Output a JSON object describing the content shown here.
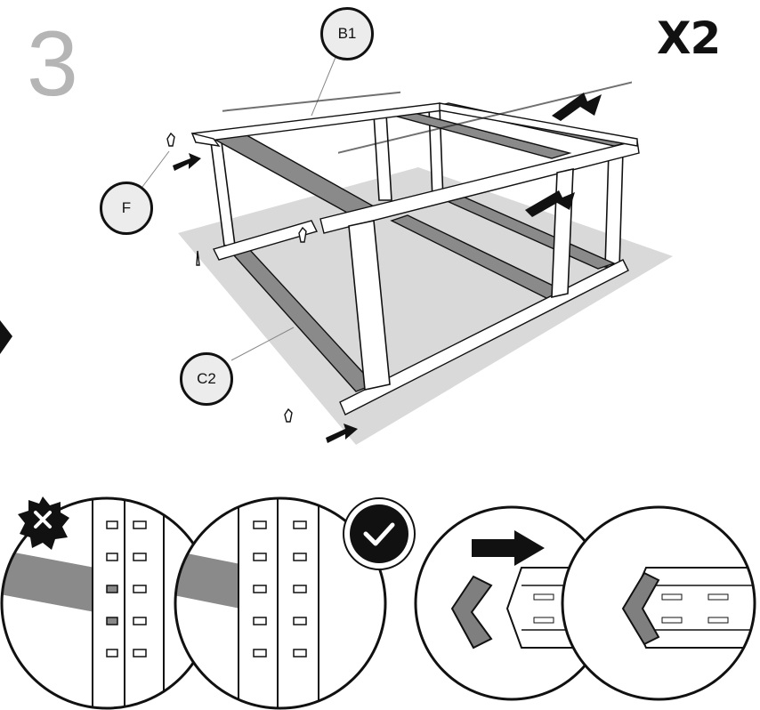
{
  "step": {
    "number": "3",
    "quantity": "X2"
  },
  "callouts": {
    "b1": "B1",
    "f": "F",
    "c2": "C2"
  },
  "details": {
    "wrong_icon": "cross-icon",
    "correct_icon": "check-icon",
    "colors": {
      "beam": "#8a8a8a",
      "floor": "#d9d9d9",
      "line": "#111111",
      "step_number": "#b5b5b5"
    }
  }
}
